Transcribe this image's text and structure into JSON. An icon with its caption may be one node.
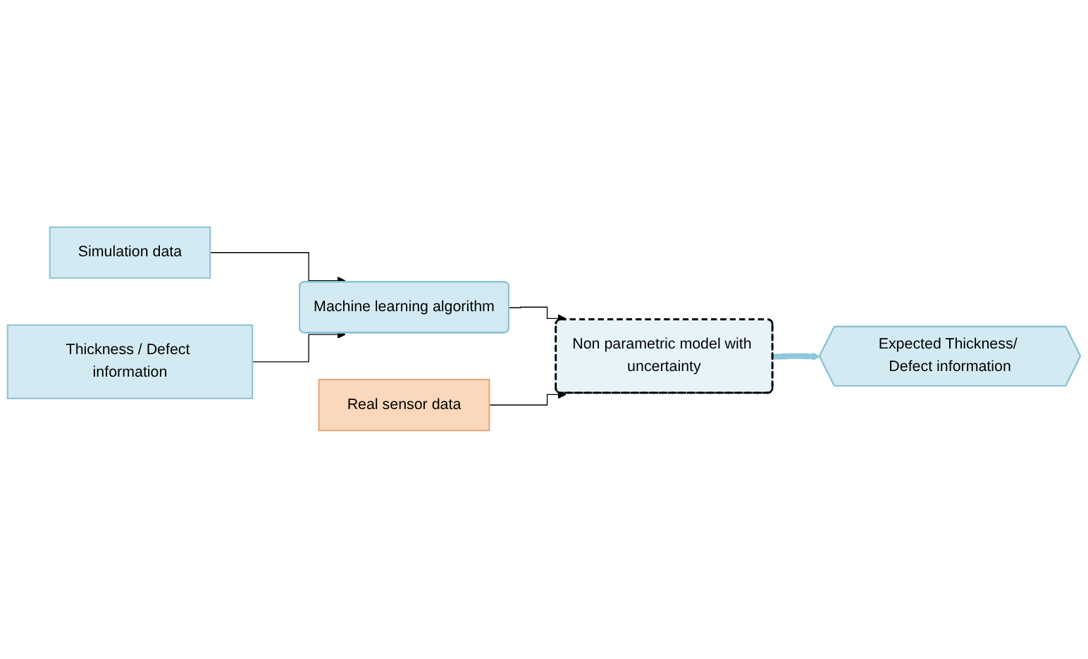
{
  "diagram": {
    "nodes": [
      {
        "text": [
          "Simulation data"
        ]
      },
      {
        "text": [
          "Thickness / Defect information"
        ]
      },
      {
        "text": [
          "Machine learning algorithm"
        ]
      },
      {
        "text": [
          "Real sensor data"
        ]
      },
      {
        "text": [
          "Non parametric model with uncertainty"
        ]
      },
      {
        "text": [
          "Expected Thickness/ Defect information"
        ]
      }
    ],
    "edges": [
      {
        "from": 0,
        "to": 2,
        "arrow": "to"
      },
      {
        "from": 1,
        "to": 2,
        "arrow": "to"
      },
      {
        "from": 2,
        "to": 4,
        "arrow": "to"
      },
      {
        "from": 3,
        "to": 4,
        "arrow": "to"
      },
      {
        "from": 4,
        "to": 5,
        "arrow": "to",
        "style": "thick",
        "color": "#8fc8dc"
      }
    ]
  }
}
